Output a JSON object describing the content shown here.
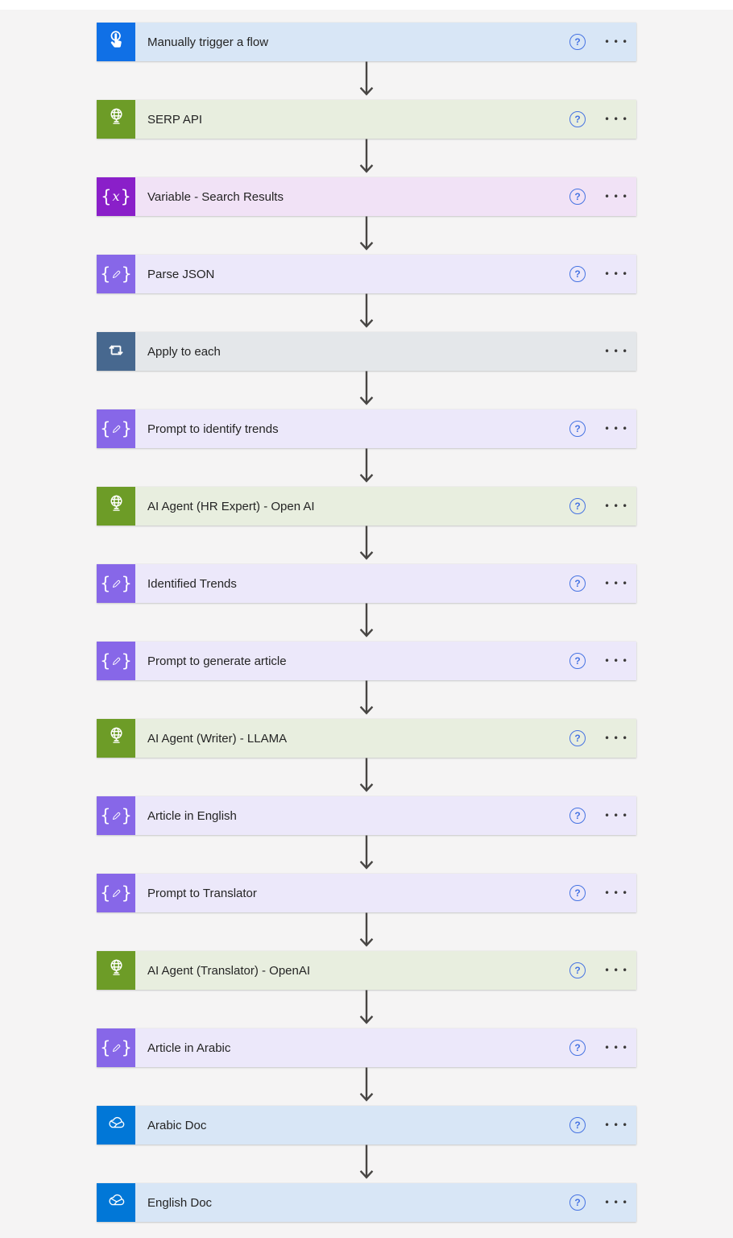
{
  "page": {
    "background": "#F5F4F4",
    "top_strip_color": "#FFFFFF",
    "arrow_color": "#474543",
    "text_color": "#242424",
    "help_icon_color": "#4673E2",
    "menu_icon_color": "#3B3A39"
  },
  "controls": {
    "help_glyph": "?",
    "menu_glyph": "•••"
  },
  "steps": [
    {
      "id": "manually-trigger-a-flow",
      "label": "Manually trigger a flow",
      "icon": "manual-trigger",
      "icon_bg": "#1070E6",
      "row_bg": "#D8E6F6",
      "has_help": true
    },
    {
      "id": "serp-api",
      "label": "SERP API",
      "icon": "globe",
      "icon_bg": "#6D9C27",
      "row_bg": "#E8EEDF",
      "has_help": true
    },
    {
      "id": "variable-search-results",
      "label": "Variable - Search Results",
      "icon": "variable",
      "icon_bg": "#8A1FC9",
      "row_bg": "#F1E2F6",
      "has_help": true
    },
    {
      "id": "parse-json",
      "label": "Parse JSON",
      "icon": "data-operation",
      "icon_bg": "#8767E8",
      "row_bg": "#ECE8FA",
      "has_help": true
    },
    {
      "id": "apply-to-each",
      "label": "Apply to each",
      "icon": "apply-to-each",
      "icon_bg": "#47688F",
      "row_bg": "#E4E7EA",
      "has_help": false
    },
    {
      "id": "prompt-to-identify-trends",
      "label": "Prompt to identify trends",
      "icon": "data-operation",
      "icon_bg": "#8767E8",
      "row_bg": "#ECE8FA",
      "has_help": true
    },
    {
      "id": "ai-agent-hr-expert-open-ai",
      "label": "AI Agent (HR Expert) - Open AI",
      "icon": "globe",
      "icon_bg": "#6D9C27",
      "row_bg": "#E8EEDF",
      "has_help": true
    },
    {
      "id": "identified-trends",
      "label": "Identified Trends",
      "icon": "data-operation",
      "icon_bg": "#8767E8",
      "row_bg": "#ECE8FA",
      "has_help": true
    },
    {
      "id": "prompt-to-generate-article",
      "label": "Prompt to generate article",
      "icon": "data-operation",
      "icon_bg": "#8767E8",
      "row_bg": "#ECE8FA",
      "has_help": true
    },
    {
      "id": "ai-agent-writer-llama",
      "label": "AI Agent (Writer) - LLAMA",
      "icon": "globe",
      "icon_bg": "#6D9C27",
      "row_bg": "#E8EEDF",
      "has_help": true
    },
    {
      "id": "article-in-english",
      "label": "Article in English",
      "icon": "data-operation",
      "icon_bg": "#8767E8",
      "row_bg": "#ECE8FA",
      "has_help": true
    },
    {
      "id": "prompt-to-translator",
      "label": "Prompt to Translator",
      "icon": "data-operation",
      "icon_bg": "#8767E8",
      "row_bg": "#ECE8FA",
      "has_help": true
    },
    {
      "id": "ai-agent-translator-openai",
      "label": "AI Agent (Translator) - OpenAI",
      "icon": "globe",
      "icon_bg": "#6D9C27",
      "row_bg": "#E8EEDF",
      "has_help": true
    },
    {
      "id": "article-in-arabic",
      "label": "Article in Arabic",
      "icon": "data-operation",
      "icon_bg": "#8767E8",
      "row_bg": "#ECE8FA",
      "has_help": true
    },
    {
      "id": "arabic-doc",
      "label": "Arabic Doc",
      "icon": "onedrive",
      "icon_bg": "#0177D7",
      "row_bg": "#D8E6F6",
      "has_help": true
    },
    {
      "id": "english-doc",
      "label": "English Doc",
      "icon": "onedrive",
      "icon_bg": "#0177D7",
      "row_bg": "#D8E6F6",
      "has_help": true
    }
  ]
}
